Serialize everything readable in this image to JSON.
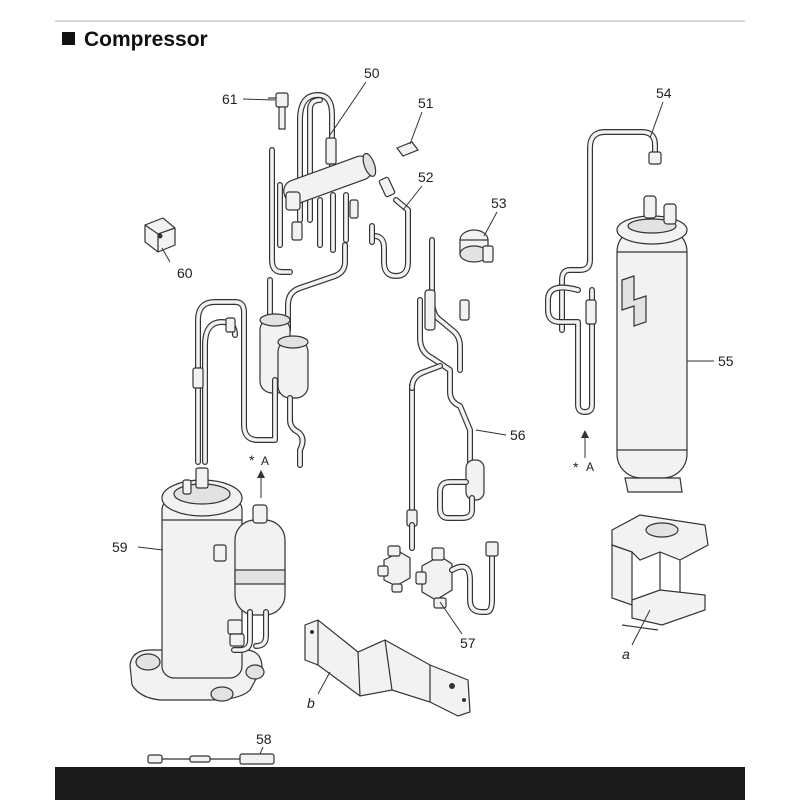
{
  "title": "Compressor",
  "part_numbers": [
    "50",
    "51",
    "52",
    "53",
    "54",
    "55",
    "56",
    "57",
    "58",
    "59",
    "60",
    "61"
  ],
  "callouts": {
    "p50": "50",
    "p51": "51",
    "p52": "52",
    "p53": "53",
    "p54": "54",
    "p55": "55",
    "p56": "56",
    "p57": "57",
    "p58": "58",
    "p59": "59",
    "p60": "60",
    "p61": "61",
    "letter_a": "a",
    "letter_b": "b",
    "ref_a_left_star": "*",
    "ref_a_left_letter": "A",
    "ref_a_right_star": "*",
    "ref_a_right_letter": "A"
  },
  "colors": {
    "line": "#333333",
    "fill": "#f2f2f2",
    "fill_dark": "#e2e2e2",
    "band": "#1a1a1a"
  }
}
